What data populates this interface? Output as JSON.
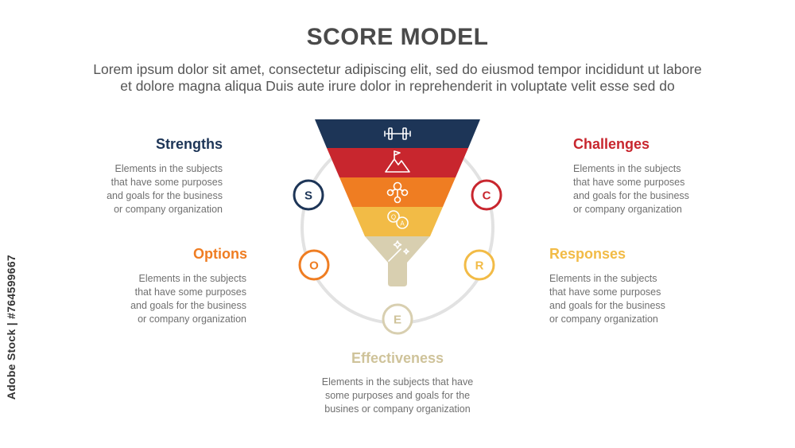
{
  "title": "SCORE MODEL",
  "subtitle_line1": "Lorem ipsum dolor sit amet, consectetur adipiscing elit, sed do eiusmod tempor incididunt ut labore",
  "subtitle_line2": "et dolore magna aliqua Duis aute irure dolor in reprehenderit in voluptate velit esse sed do",
  "colors": {
    "navy": "#1d3557",
    "red": "#c8262e",
    "orange": "#ef7d22",
    "yellow": "#f2bb46",
    "beige": "#d8cfb0",
    "ring": "#e2e2e2"
  },
  "items": {
    "strengths": {
      "letter": "S",
      "heading": "Strengths",
      "lines": [
        "Elements in the subjects",
        "that have some purposes",
        "and goals for the  business",
        "or company organization"
      ]
    },
    "challenges": {
      "letter": "C",
      "heading": "Challenges",
      "lines": [
        "Elements in the subjects",
        "that have some purposes",
        "and goals for the  business",
        "or company organization"
      ]
    },
    "options": {
      "letter": "O",
      "heading": "Options",
      "lines": [
        "Elements in the subjects",
        "that have some purposes",
        "and goals for the  business",
        "or company organization"
      ]
    },
    "responses": {
      "letter": "R",
      "heading": "Responses",
      "lines": [
        "Elements in the subjects",
        "that have some purposes",
        "and goals for the  business",
        "or company organization"
      ]
    },
    "effectiveness": {
      "letter": "E",
      "heading": "Effectiveness",
      "lines": [
        "Elements in the subjects that have",
        "some purposes and goals for the",
        "busines or company organization"
      ]
    }
  },
  "funnel_icons": [
    "dumbbell-icon",
    "mountain-flag-icon",
    "idea-network-icon",
    "qa-chat-icon",
    "magic-wand-icon"
  ],
  "watermark": "Adobe Stock | #764599667"
}
